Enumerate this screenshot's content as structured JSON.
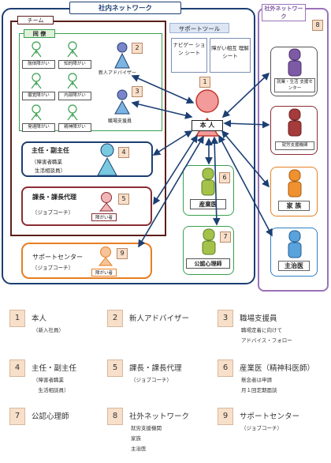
{
  "panels": {
    "internal_title": "社内ネットワーク",
    "external_title": "社外ネットワーク",
    "external_num": "8",
    "team_title": "チーム",
    "colleague_title": "同 僚",
    "support_tools_title": "サポートツール"
  },
  "colleagues": [
    "肢体障がい",
    "知的障がい",
    "聴覚障がい",
    "内部障がい",
    "発達障がい",
    "精神障がい"
  ],
  "tools": [
    {
      "label": "ナビゲー ション シート"
    },
    {
      "label": "障がい相互 理解シート"
    }
  ],
  "center": {
    "label": "本 人",
    "num": "1"
  },
  "roles": {
    "advisor": {
      "label": "新人アドバイザー",
      "num": "2"
    },
    "supporter": {
      "label": "職場支援員",
      "num": "3"
    },
    "chief": {
      "label_line1": "主任・副主任",
      "label_line2": "〔障害者職業",
      "label_line3": "生活相談員〕",
      "num": "4"
    },
    "manager": {
      "label_line1": "課長・課長代理",
      "label_line2": "〔ジョブコーチ〕",
      "tag": "障がい者",
      "num": "5"
    },
    "support_center": {
      "label_line1": "サポートセンター",
      "label_line2": "〔ジョブコーチ〕",
      "tag": "障がい者",
      "num": "9"
    },
    "industrial_doctor": {
      "label": "産業医",
      "num": "6"
    },
    "psychologist": {
      "label": "公認心理師",
      "num": "7"
    }
  },
  "external": [
    {
      "label": "就業・生活 支援センター"
    },
    {
      "label": "就労支援機関"
    },
    {
      "label": "家 族"
    },
    {
      "label": "主治医"
    }
  ],
  "legend": [
    {
      "num": "1",
      "title": "本人",
      "sub": [
        "（新入社員）"
      ]
    },
    {
      "num": "2",
      "title": "新人アドバイザー",
      "sub": []
    },
    {
      "num": "3",
      "title": "職場支援員",
      "sub": [
        "職場定着に向けて",
        "アドバイス・フォロー"
      ]
    },
    {
      "num": "4",
      "title": "主任・副主任",
      "sub": [
        "（障害者職業",
        "　生活相談員）"
      ]
    },
    {
      "num": "5",
      "title": "課長・課長代理",
      "sub": [
        "（ジョブコーチ）"
      ]
    },
    {
      "num": "6",
      "title": "産業医（精神科医師）",
      "sub": [
        "懸念者は申請",
        "月１回定期面談"
      ]
    },
    {
      "num": "7",
      "title": "公認心理師",
      "sub": []
    },
    {
      "num": "8",
      "title": "社外ネットワーク",
      "sub": [
        "就労支援機関",
        "家族",
        "主治医"
      ]
    },
    {
      "num": "9",
      "title": "サポートセンター",
      "sub": [
        "（ジョブコーチ）"
      ]
    }
  ],
  "colors": {
    "internal_border": "#1c3f73",
    "external_border": "#9b72b8",
    "team_border": "#5b1f1a",
    "colleague_border": "#3aa050",
    "manager_border": "#8a2d33",
    "support_center_border": "#e67e22",
    "arrow": "#1c3f73"
  }
}
